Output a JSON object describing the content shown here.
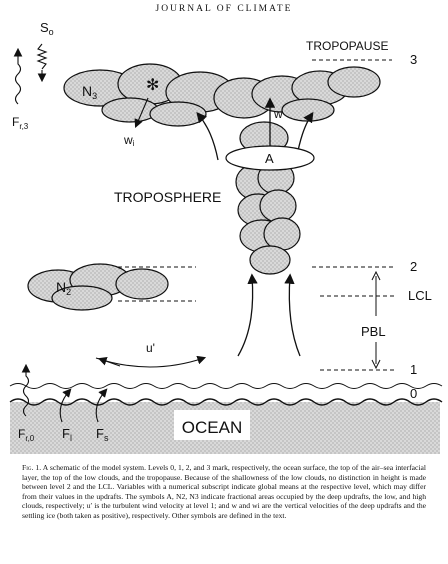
{
  "header": {
    "journal_title": "JOURNAL OF CLIMATE"
  },
  "figure": {
    "labels": {
      "tropopause": "TROPOPAUSE",
      "troposphere": "TROPOSPHERE",
      "ocean": "OCEAN",
      "pbl": "PBL",
      "lcl": "LCL",
      "n3": "N3",
      "n2": "N2",
      "a": "A",
      "w": "w",
      "wi": "wi",
      "u_prime": "u'",
      "s0": "So",
      "fr3": "Fr,3",
      "fr0": "Fr,0",
      "fl": "Fl",
      "fs": "Fs"
    },
    "levels": [
      "3",
      "2",
      "1",
      "0"
    ],
    "ice_symbol": "✻"
  },
  "caption": {
    "label": "Fig. 1.",
    "text": "A schematic of the model system. Levels 0, 1, 2, and 3 mark, respectively, the ocean surface, the top of the air–sea interfacial layer, the top of the low clouds, and the tropopause. Because of the shallowness of the low clouds, no distinction in height is made between level 2 and the LCL. Variables with a numerical subscript indicate global means at the respective level, which may differ from their values in the updrafts. The symbols A, N2, N3 indicate fractional areas occupied by the deep updrafts, the low, and high clouds, respectively; u′ is the turbulent wind velocity at level 1; and w and wi are the vertical velocities of the deep updrafts and the settling ice (both taken as positive), respectively. Other symbols are defined in the text."
  }
}
